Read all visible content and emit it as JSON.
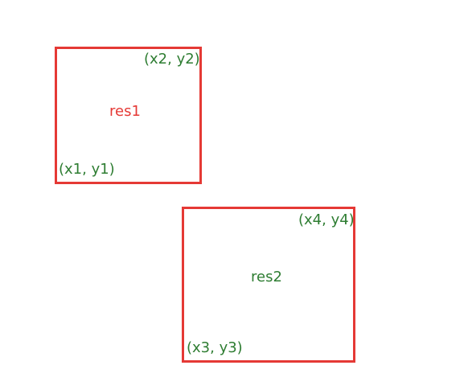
{
  "diagram": {
    "colors": {
      "box_border": "#e53935",
      "corner_label": "#2e7d32",
      "res1_label": "#e53935",
      "res2_label": "#2e7d32"
    },
    "boxes": [
      {
        "name": "res1",
        "label": "res1",
        "top_right": "(x2, y2)",
        "bottom_left": "(x1, y1)"
      },
      {
        "name": "res2",
        "label": "res2",
        "top_right": "(x4, y4)",
        "bottom_left": "(x3, y3)"
      }
    ]
  }
}
